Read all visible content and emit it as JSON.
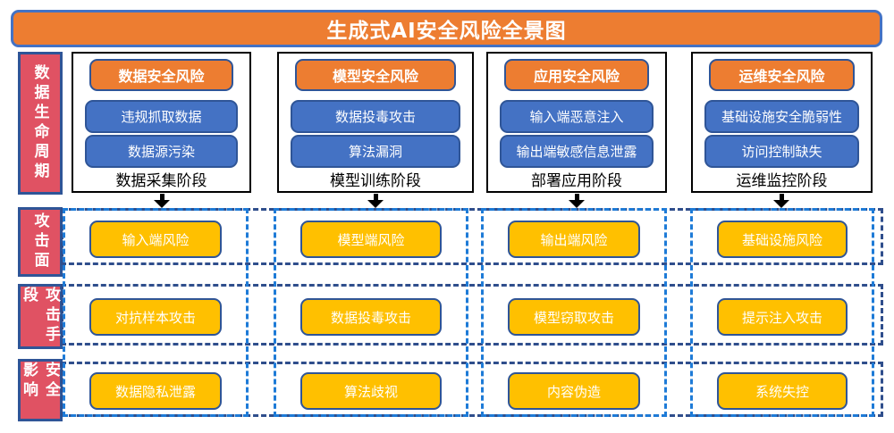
{
  "title": "生成式AI安全风险全景图",
  "sidebar": {
    "items": [
      {
        "label": "数据生命周期"
      },
      {
        "label": "攻击面"
      },
      {
        "label": "攻击手段"
      },
      {
        "label": "安全影响"
      }
    ]
  },
  "lifecycle_columns": [
    {
      "header": "数据安全风险",
      "risks": [
        "违规抓取数据",
        "数据源污染"
      ],
      "stage": "数据采集阶段"
    },
    {
      "header": "模型安全风险",
      "risks": [
        "数据投毒攻击",
        "算法漏洞"
      ],
      "stage": "模型训练阶段"
    },
    {
      "header": "应用安全风险",
      "risks": [
        "输入端恶意注入",
        "输出端敏感信息泄露"
      ],
      "stage": "部署应用阶段"
    },
    {
      "header": "运维安全风险",
      "risks": [
        "基础设施安全脆弱性",
        "访问控制缺失"
      ],
      "stage": "运维监控阶段"
    }
  ],
  "matrix_rows": [
    {
      "name": "攻击面",
      "cells": [
        "输入端风险",
        "模型端风险",
        "输出端风险",
        "基础设施风险"
      ]
    },
    {
      "name": "攻击手段",
      "cells": [
        "对抗样本攻击",
        "数据投毒攻击",
        "模型窃取攻击",
        "提示注入攻击"
      ]
    },
    {
      "name": "安全影响",
      "cells": [
        "数据隐私泄露",
        "算法歧视",
        "内容伪造",
        "系统失控"
      ]
    }
  ],
  "colors": {
    "banner_orange": "#ED7D31",
    "box_blue": "#4472C4",
    "cell_yellow": "#FFC000",
    "sidebar_red": "#E05263",
    "border_navy": "#2F5597",
    "lane_dash_blue": "#1E7BD7",
    "band_dash_navy": "#2F4E8C"
  }
}
